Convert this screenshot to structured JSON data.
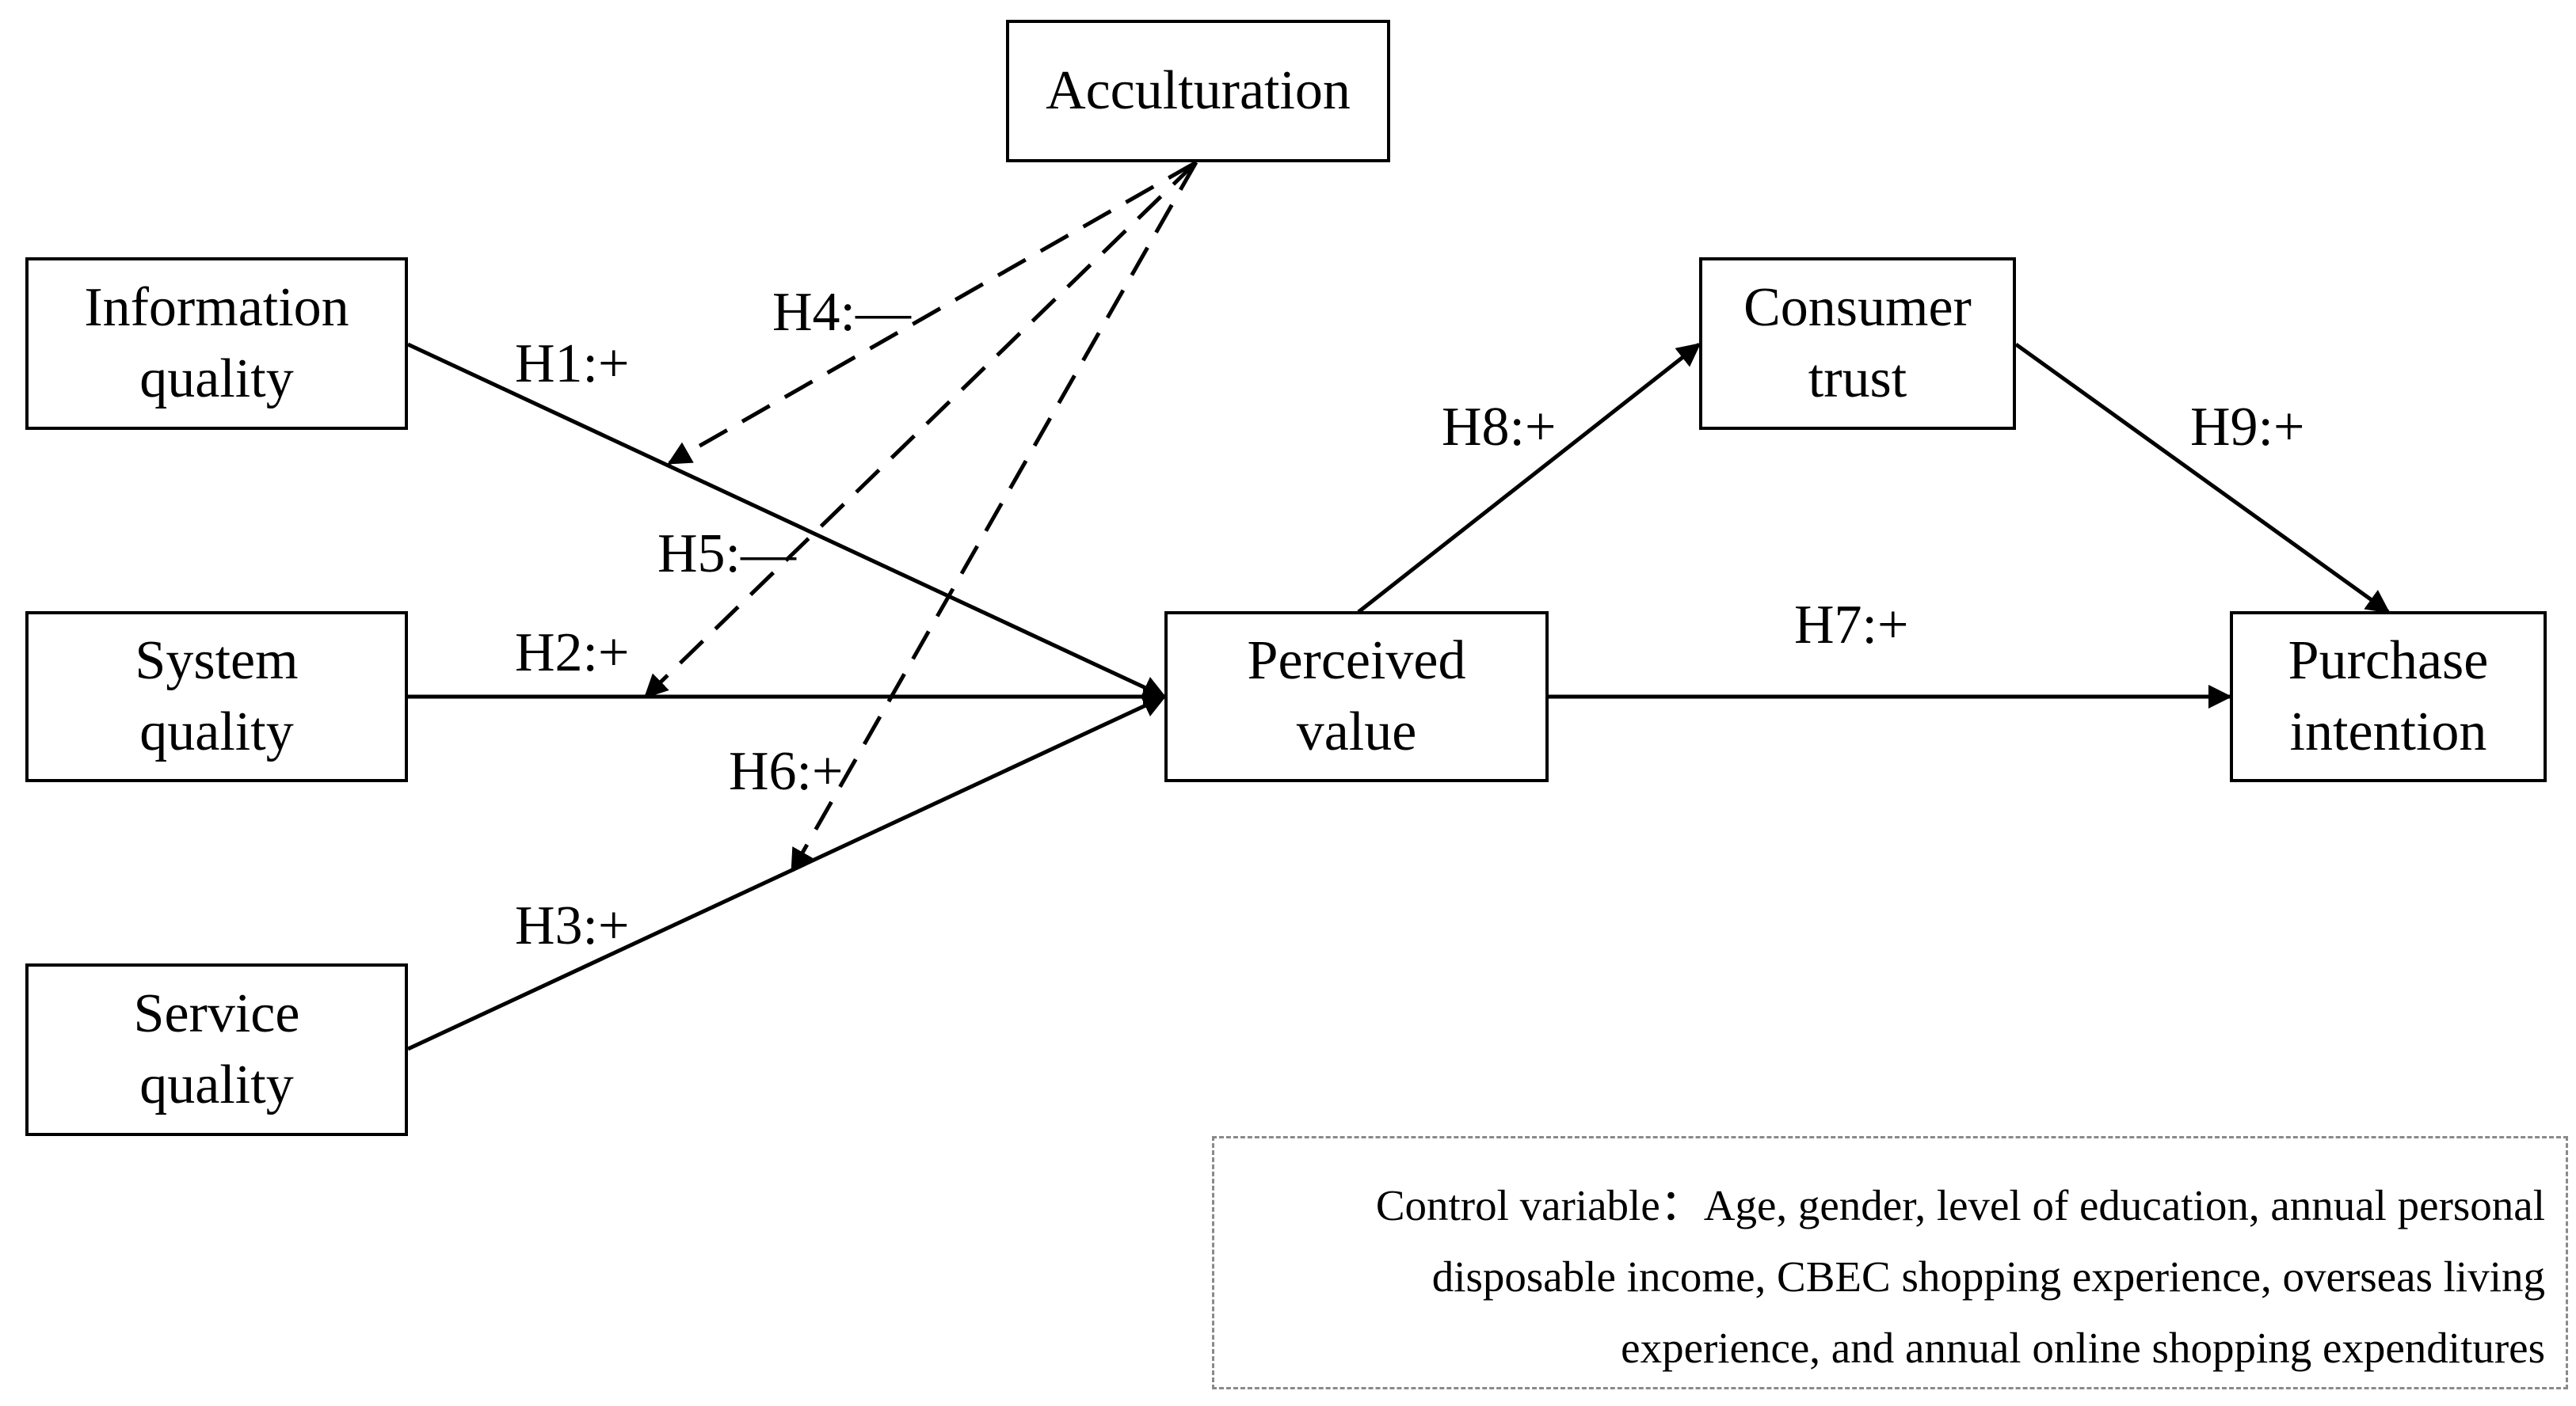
{
  "nodes": {
    "acculturation": [
      "Acculturation"
    ],
    "information_quality": [
      "Information",
      "quality"
    ],
    "system_quality": [
      "System",
      "quality"
    ],
    "service_quality": [
      "Service",
      "quality"
    ],
    "perceived_value": [
      "Perceived",
      "value"
    ],
    "consumer_trust": [
      "Consumer",
      "trust"
    ],
    "purchase_intention": [
      "Purchase",
      "intention"
    ]
  },
  "hypotheses": {
    "h1": "H1:+",
    "h2": "H2:+",
    "h3": "H3:+",
    "h4": "H4:—",
    "h5": "H5:—",
    "h6": "H6:+",
    "h7": "H7:+",
    "h8": "H8:+",
    "h9": "H9:+"
  },
  "control_variables": {
    "lines": [
      "Control variable：Age, gender, level of education, annual personal",
      "disposable income, CBEC shopping experience, overseas living",
      "experience, and annual online shopping expenditures"
    ]
  }
}
